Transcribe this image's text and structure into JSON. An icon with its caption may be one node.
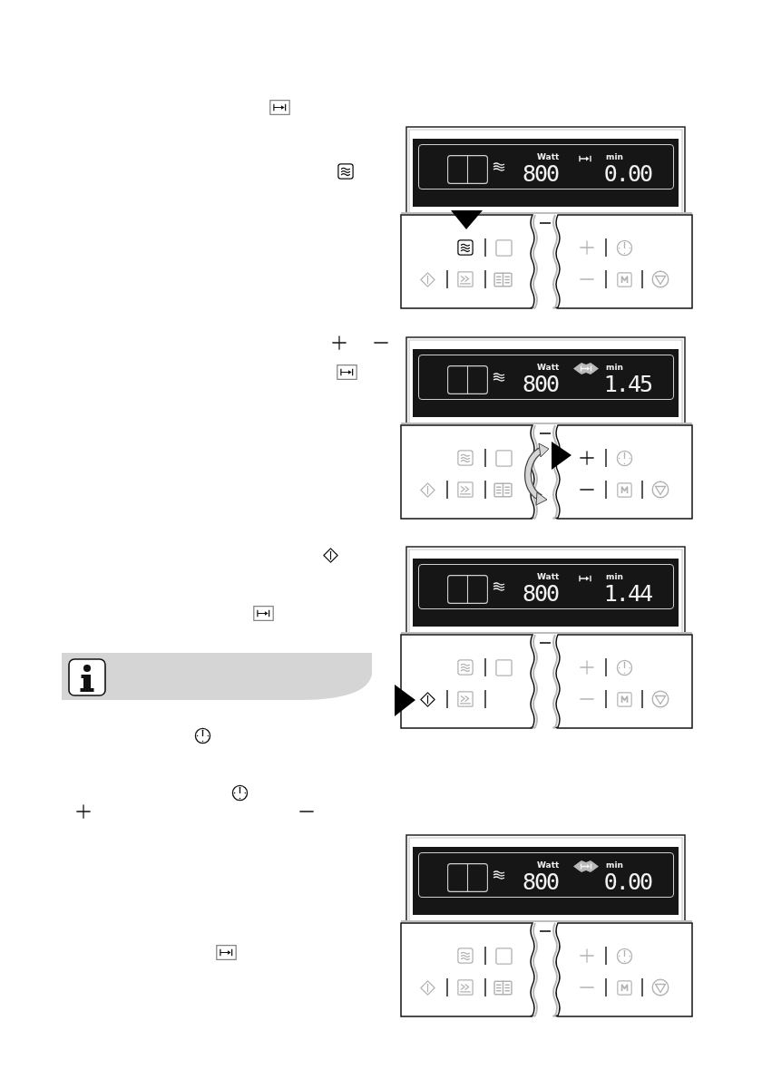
{
  "diagram": {
    "nodes": [
      {
        "text": [
          "Watt",
          "800",
          "min",
          "0.00"
        ]
      },
      {
        "text": [
          "Watt",
          "800",
          "min",
          "1.45"
        ]
      },
      {
        "text": [
          "Watt",
          "800",
          "min",
          "1.44"
        ]
      },
      {
        "text": [
          "Watt",
          "800",
          "min",
          "0.00"
        ]
      }
    ]
  }
}
